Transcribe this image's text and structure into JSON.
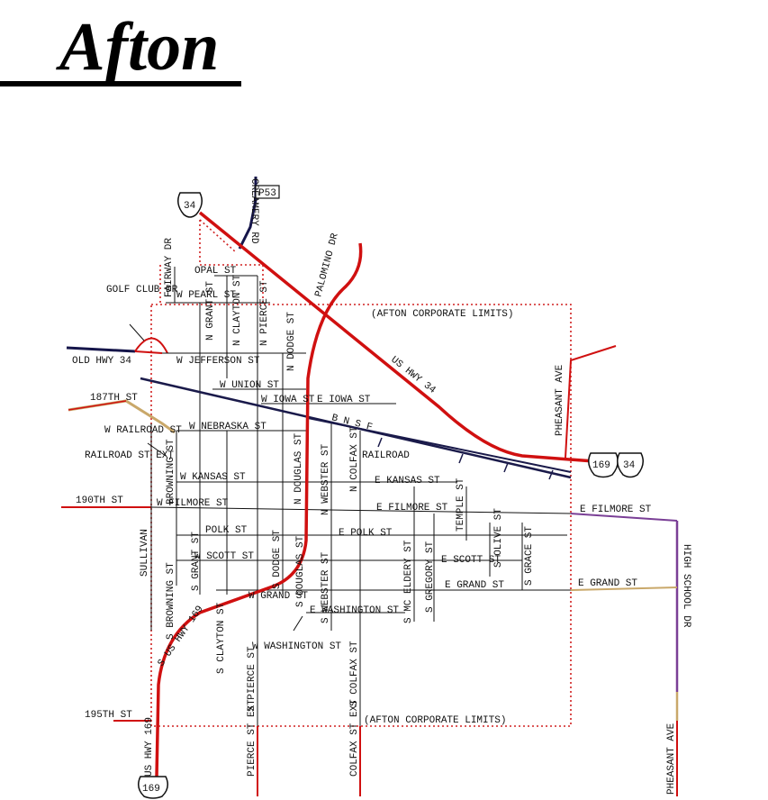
{
  "title": "Afton",
  "colors": {
    "highway": "#d01010",
    "rail": "#1a1a4a",
    "county_road": "#15154a",
    "limits": "#d02020",
    "street": "#111111",
    "high_school_dr": "#7a3f96",
    "grand_st_east": "#c9a86a"
  },
  "labels": {
    "corporate_limits": "(AFTON CORPORATE LIMITS)",
    "us34": "US HWY 34",
    "bnsf": "B N S F",
    "railroad": "RAILROAD",
    "railroad_st": "RAILROAD ST",
    "railroad_st_ext": "RAILROAD ST EXT",
    "golf_club_dr": "GOLF CLUB DR",
    "old_hwy_34": "OLD HWY 34",
    "st_187th": "187TH ST",
    "st_190th": "190TH ST",
    "st_195th": "195TH ST",
    "sullivan": "SULLIVAN",
    "creamery_rd": "CREAMERY RD",
    "palomino_dr": "PALOMINO DR",
    "pheasant_ave": "PHEASANT AVE",
    "fairway_dr": "FAIRWAY DR",
    "opal_st": "OPAL ST",
    "w_pearl_st": "W PEARL ST",
    "n_grant_st": "N GRANT ST",
    "n_clayton_st": "N CLAYTON ST",
    "n_pierce_st": "N PIERCE ST",
    "n_dodge_st": "N DODGE ST",
    "w_jefferson_st": "W JEFFERSON ST",
    "w_union_st": "W UNION ST",
    "w_iowa_st": "W IOWA ST",
    "e_iowa_st": "E IOWA ST",
    "w_nebraska_st": "W NEBRASKA ST",
    "w_railroad_st": "W RAILROAD ST",
    "browning_st": "BROWNING ST",
    "w_kansas_st": "W KANSAS ST",
    "e_kansas_st": "E KANSAS ST",
    "w_filmore_st": "W FILMORE ST",
    "e_filmore_st": "E FILMORE ST",
    "e_filmore_st_east": "E FILMORE ST",
    "polk_st": "POLK ST",
    "e_polk_st": "E POLK ST",
    "w_scott_st": "W SCOTT ST",
    "e_scott_st": "E SCOTT ST",
    "w_grand_st": "W GRAND ST",
    "e_grand_st": "E GRAND ST",
    "e_grand_st_east": "E GRAND ST",
    "e_washington_st": "E WASHINGTON ST",
    "w_washington_st": "W WASHINGTON ST",
    "n_douglas_st": "N DOUGLAS ST",
    "s_douglas_st": "S DOUGLAS ST",
    "n_webster_st": "N WEBSTER ST",
    "s_webster_st": "S WEBSTER ST",
    "n_colfax_st": "N COLFAX ST",
    "s_colfax_st": "S COLFAX ST",
    "s_browning_st": "S BROWNING ST",
    "s_grant_st": "S GRANT ST",
    "s_clayton_st": "S CLAYTON ST",
    "s_pierce_st": "S PIERCE ST",
    "s_dodge_st": "S DODGE ST",
    "n_dodge_st_s": "N DODGE ST",
    "n_pierce_st_s": "N PIERCE ST",
    "n_grant_st_s": "N GRANT ST",
    "mceldery_st": "S MC ELDERY ST",
    "gregory_st": "S GREGORY ST",
    "temple_st": "TEMPLE ST",
    "olive_st": "S OLIVE ST",
    "grace_st": "S GRACE ST",
    "high_school_dr": "HIGH SCHOOL DR",
    "us_hwy_169": "S US HWY 169",
    "us_hwy_169_south": "US HWY 169",
    "pierce_st_ext": "PIERCE ST EXT",
    "colfax_st_ext": "COLFAX ST EXT",
    "pheasant_ave_south": "PHEASANT AVE"
  },
  "shields": {
    "us34_top": "34",
    "p53": "P53",
    "us169_east": "169",
    "us34_east": "34",
    "us169_bottom": "169"
  }
}
